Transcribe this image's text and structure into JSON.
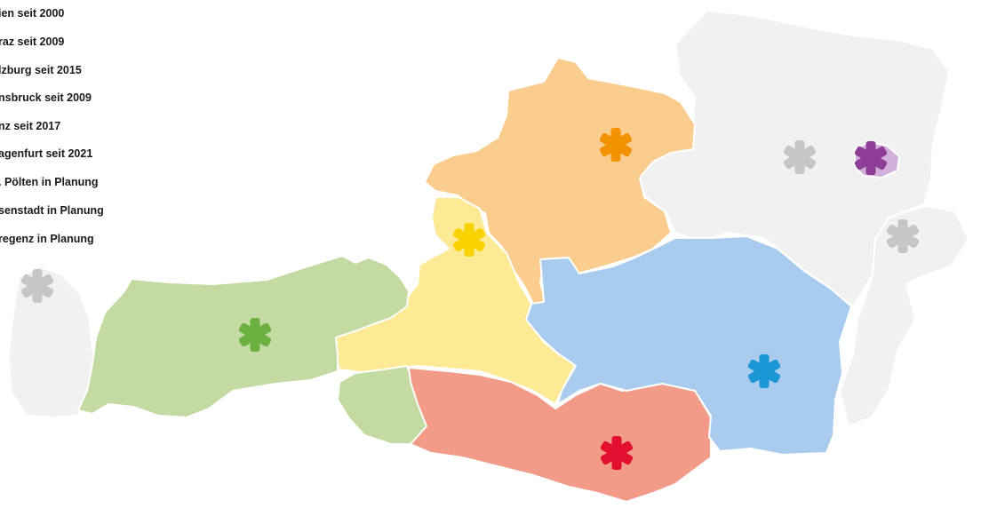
{
  "legend": {
    "items": [
      {
        "label": "ien seit 2000"
      },
      {
        "label": "raz seit 2009"
      },
      {
        "label": "lzburg seit 2015"
      },
      {
        "label": "nsbruck seit 2009"
      },
      {
        "label": "nz seit 2017"
      },
      {
        "label": "agenfurt seit 2021"
      },
      {
        "label": ". Pölten in Planung"
      },
      {
        "label": "senstadt in Planung"
      },
      {
        "label": "regenz  in Planung"
      }
    ]
  },
  "colors": {
    "neutral_region": "#f1f1f1",
    "oberoesterreich": "#facd8e",
    "salzburg": "#fdea95",
    "tirol": "#c3dba3",
    "osttirol": "#c3dba3",
    "kaernten": "#f29b89",
    "steiermark": "#a9ccee",
    "wien": "#c79ad0",
    "star_wien": "#8e3d96",
    "star_graz": "#1c97d6",
    "star_salzburg": "#f8d300",
    "star_innsbruck": "#6bb040",
    "star_linz": "#f39200",
    "star_klagenfurt": "#e30f30",
    "star_planned": "#c6c6c6"
  },
  "markers": [
    {
      "name": "star-wien",
      "icon": "asterisk-icon",
      "color_key": "star_wien"
    },
    {
      "name": "star-graz",
      "icon": "asterisk-icon",
      "color_key": "star_graz"
    },
    {
      "name": "star-salzburg",
      "icon": "asterisk-icon",
      "color_key": "star_salzburg"
    },
    {
      "name": "star-innsbruck",
      "icon": "asterisk-icon",
      "color_key": "star_innsbruck"
    },
    {
      "name": "star-linz",
      "icon": "asterisk-icon",
      "color_key": "star_linz"
    },
    {
      "name": "star-klagenfurt",
      "icon": "asterisk-icon",
      "color_key": "star_klagenfurt"
    },
    {
      "name": "star-st-poelten",
      "icon": "asterisk-icon",
      "color_key": "star_planned"
    },
    {
      "name": "star-eisenstadt",
      "icon": "asterisk-icon",
      "color_key": "star_planned"
    },
    {
      "name": "star-bregenz",
      "icon": "asterisk-icon",
      "color_key": "star_planned"
    }
  ]
}
